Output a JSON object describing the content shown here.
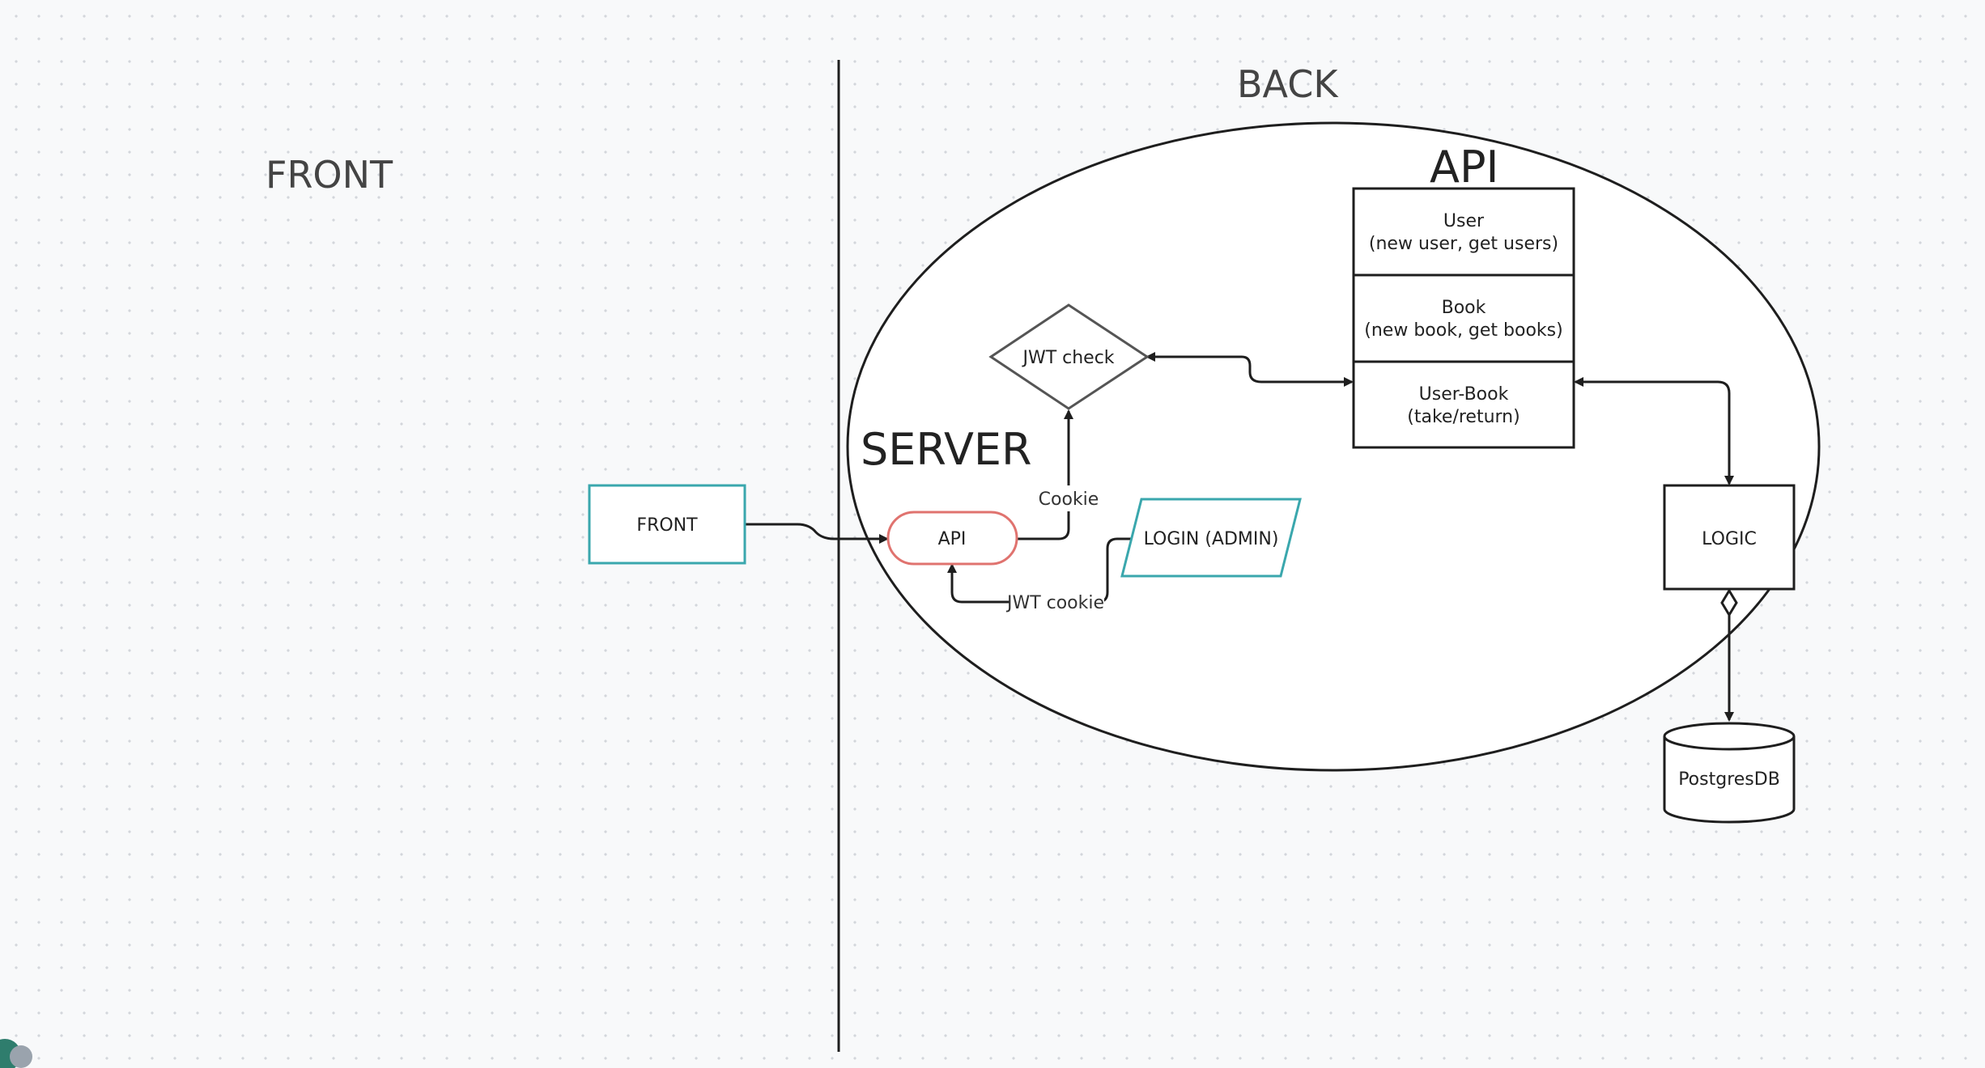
{
  "zones": {
    "front": "FRONT",
    "back": "BACK"
  },
  "containers": {
    "server": "SERVER",
    "api_group": "API"
  },
  "nodes": {
    "front_box": "FRONT",
    "api_pill": "API",
    "login": "LOGIN (ADMIN)",
    "jwt_check": "JWT check",
    "logic": "LOGIC",
    "db": "PostgresDB"
  },
  "api_table": {
    "rows": [
      {
        "title": "User",
        "detail": "(new user, get users)"
      },
      {
        "title": "Book",
        "detail": "(new book, get books)"
      },
      {
        "title": "User-Book",
        "detail": "(take/return)"
      }
    ]
  },
  "edges": {
    "cookie": "Cookie",
    "jwt_cookie": "JWT cookie"
  },
  "colors": {
    "front_box": "#3aa7ad",
    "api_pill": "#e0736f",
    "login": "#3aa7ad",
    "line": "#1e1e1e"
  }
}
